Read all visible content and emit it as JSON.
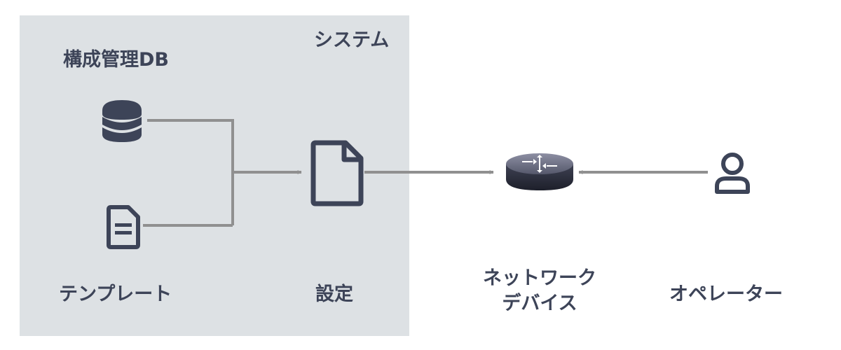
{
  "system_group": {
    "title": "システム"
  },
  "nodes": {
    "config_db": {
      "label": "構成管理DB",
      "icon": "database-icon"
    },
    "template": {
      "label": "テンプレート",
      "icon": "document-icon"
    },
    "settings": {
      "label": "設定",
      "icon": "file-icon"
    },
    "network_device": {
      "label_line1": "ネットワーク",
      "label_line2": "デバイス",
      "icon": "router-icon"
    },
    "operator": {
      "label": "オペレーター",
      "icon": "user-icon"
    }
  },
  "colors": {
    "group_fill": "#dde1e4",
    "icon": "#3d4458",
    "connector": "#909090",
    "text": "#3d4458"
  }
}
